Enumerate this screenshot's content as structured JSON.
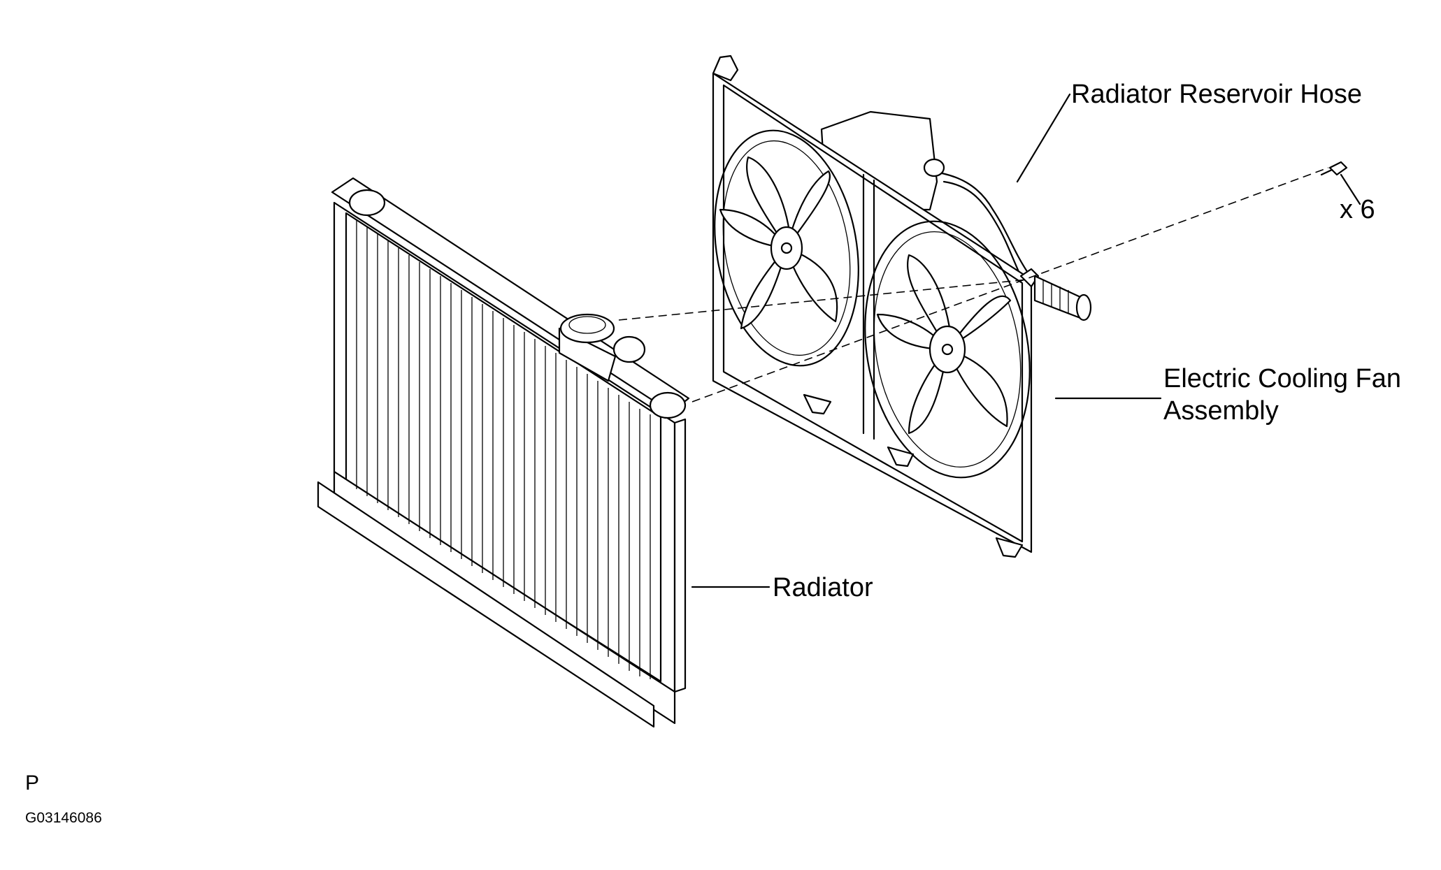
{
  "labels": {
    "reservoir_hose": "Radiator Reservoir Hose",
    "bolt_count": "x 6",
    "fan_assembly_line1": "Electric Cooling Fan",
    "fan_assembly_line2": "Assembly",
    "radiator": "Radiator"
  },
  "footer": {
    "code_letter": "P",
    "figure_id": "G03146086"
  }
}
